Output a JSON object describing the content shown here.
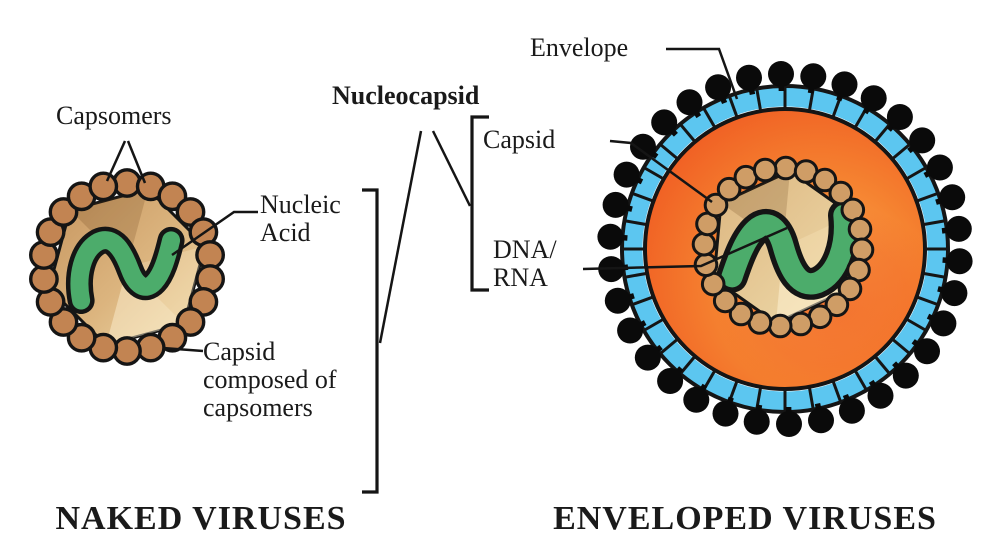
{
  "figure": {
    "left": {
      "title": "NAKED VIRUSES",
      "labels": {
        "capsomers": "Capsomers",
        "nucleic_acid": "Nucleic\nAcid",
        "capsid_composed": "Capsid\ncomposed of\ncapsomers"
      }
    },
    "middle": {
      "nucleocapsid": "Nucleocapsid"
    },
    "right": {
      "title": "ENVELOPED VIRUSES",
      "labels": {
        "envelope": "Envelope",
        "capsid": "Capsid",
        "dna_rna": "DNA/\nRNA"
      }
    },
    "colors": {
      "text": "#1a1a1a",
      "outline": "#151515",
      "bead_brown": "#c28452",
      "bead_tan": "#cf9d66",
      "capsid_tan_dark": "#c6955f",
      "capsid_tan": "#dcb57f",
      "capsid_tan_light": "#efdcac",
      "nucleic_green": "#4cac6b",
      "envelope_blue": "#5cc6f0",
      "orange_light": "#fbac4f",
      "orange_mid": "#f58230",
      "orange_dark": "#ee4f1e",
      "spike_black": "#0a0a0a"
    }
  }
}
